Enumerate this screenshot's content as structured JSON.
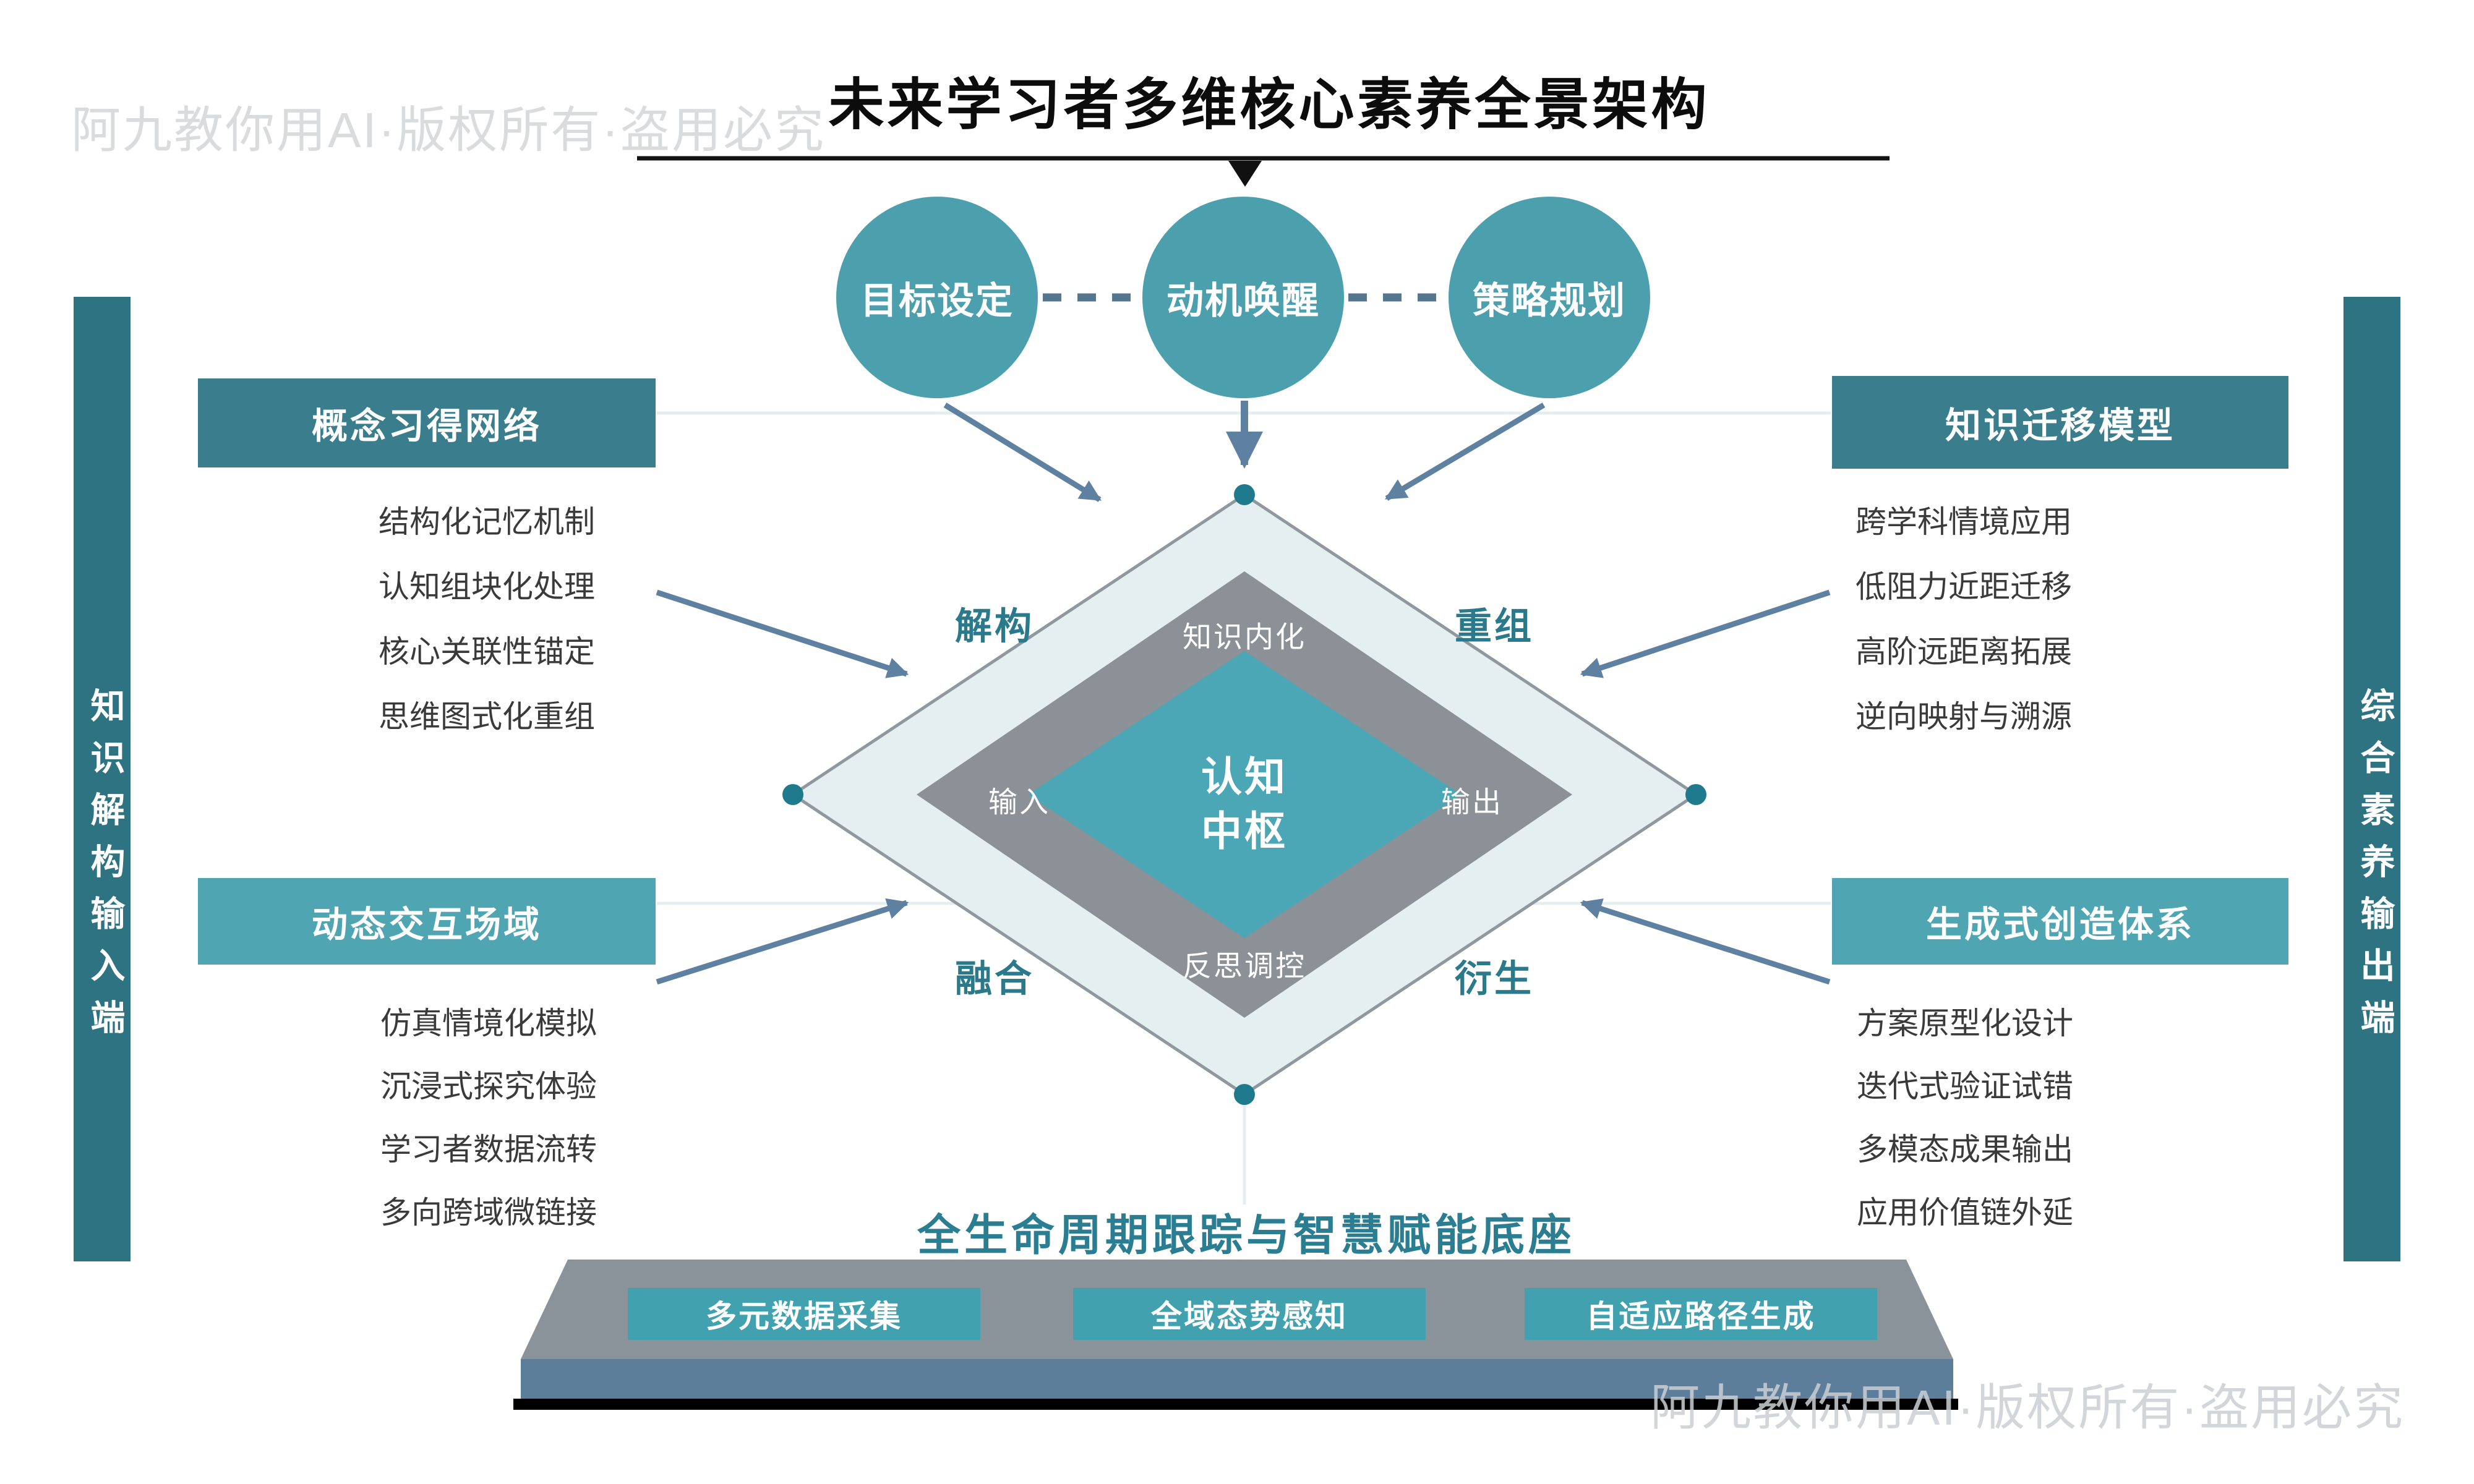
{
  "watermark": {
    "text": "阿九教你用AI·版权所有·盗用必究"
  },
  "header": {
    "title": "未来学习者多维核心素养全景架构"
  },
  "process": {
    "circles": [
      "目标设定",
      "动机唤醒",
      "策略规划"
    ]
  },
  "rails": {
    "left": "知识解构输入端",
    "right": "综合素养输出端"
  },
  "panels": {
    "top_left": {
      "title": "概念习得网络",
      "items": [
        "结构化记忆机制",
        "认知组块化处理",
        "核心关联性锚定",
        "思维图式化重组"
      ]
    },
    "top_right": {
      "title": "知识迁移模型",
      "items": [
        "跨学科情境应用",
        "低阻力近距迁移",
        "高阶远距离拓展",
        "逆向映射与溯源"
      ]
    },
    "bottom_left": {
      "title": "动态交互场域",
      "items": [
        "仿真情境化模拟",
        "沉浸式探究体验",
        "学习者数据流转",
        "多向跨域微链接"
      ]
    },
    "bottom_right": {
      "title": "生成式创造体系",
      "items": [
        "方案原型化设计",
        "迭代式验证试错",
        "多模态成果输出",
        "应用价值链外延"
      ]
    }
  },
  "diamond": {
    "corners": {
      "top_left": "解构",
      "top_right": "重组",
      "bottom_left": "融合",
      "bottom_right": "衍生"
    },
    "ring": {
      "top": "知识内化",
      "left": "输入",
      "right": "输出",
      "bottom": "反思调控"
    },
    "core": {
      "line1": "认知",
      "line2": "中枢"
    }
  },
  "base": {
    "caption": "全生命周期跟踪与智慧赋能底座",
    "modules": [
      "多元数据采集",
      "全域态势感知",
      "自适应路径生成"
    ]
  },
  "colors": {
    "dark_teal_header": "#3a7d8c",
    "light_teal_header": "#4fa6b2",
    "rail_teal": "#2e7382",
    "circle_teal": "#4c9fad",
    "core_diamond_teal": "#4ba7b5",
    "outer_diamond_fill": "#e5eef1",
    "gray_diamond": "#8b9197",
    "arrow_slate": "#5e81a2",
    "vertex_dot": "#1f7a8e",
    "accent_text_teal": "#2a7a8c",
    "platform_top": "#8a929a",
    "platform_front": "#5c7e9a",
    "platform_base": "#000000",
    "list_text": "#3a3a3a",
    "watermark_gray": "#d9dbdd"
  }
}
